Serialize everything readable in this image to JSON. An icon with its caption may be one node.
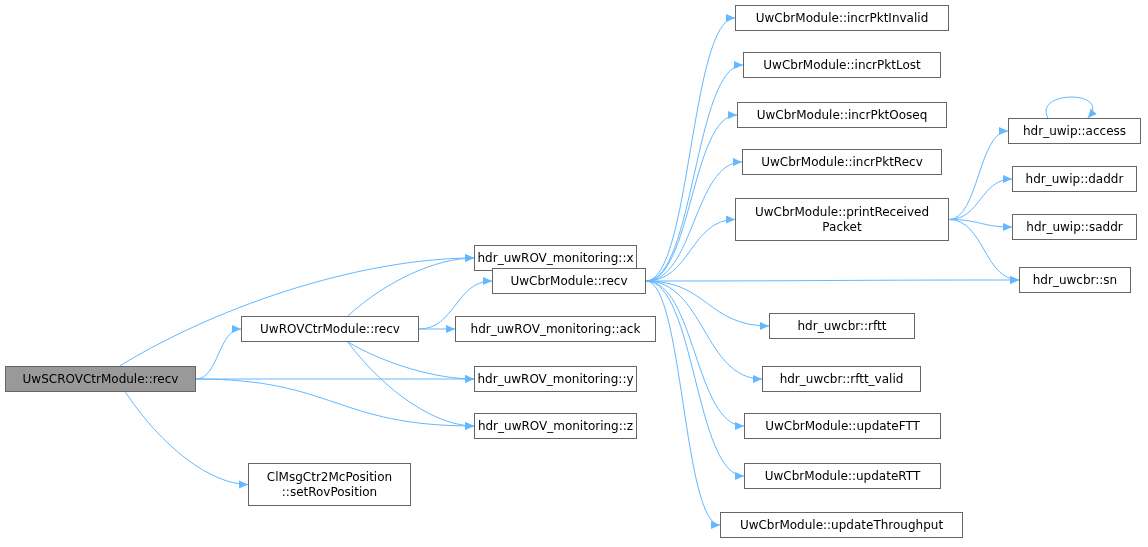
{
  "diagram": {
    "nodes": [
      {
        "text": [
          "UwSCROVCtrModule::recv"
        ]
      },
      {
        "text": [
          "UwROVCtrModule::recv"
        ]
      },
      {
        "text": [
          "ClMsgCtr2McPosition ::setRovPosition"
        ]
      },
      {
        "text": [
          "hdr_uwROV_monitoring::x"
        ]
      },
      {
        "text": [
          "UwCbrModule::recv"
        ]
      },
      {
        "text": [
          "hdr_uwROV_monitoring::ack"
        ]
      },
      {
        "text": [
          "hdr_uwROV_monitoring::y"
        ]
      },
      {
        "text": [
          "hdr_uwROV_monitoring::z"
        ]
      },
      {
        "text": [
          "UwCbrModule::incrPktInvalid"
        ]
      },
      {
        "text": [
          "UwCbrModule::incrPktLost"
        ]
      },
      {
        "text": [
          "UwCbrModule::incrPktOoseq"
        ]
      },
      {
        "text": [
          "UwCbrModule::incrPktRecv"
        ]
      },
      {
        "text": [
          "UwCbrModule::printReceived Packet"
        ]
      },
      {
        "text": [
          "hdr_uwcbr::rftt"
        ]
      },
      {
        "text": [
          "hdr_uwcbr::rftt_valid"
        ]
      },
      {
        "text": [
          "UwCbrModule::updateFTT"
        ]
      },
      {
        "text": [
          "UwCbrModule::updateRTT"
        ]
      },
      {
        "text": [
          "UwCbrModule::updateThroughput"
        ]
      },
      {
        "text": [
          "hdr_uwip::access"
        ]
      },
      {
        "text": [
          "hdr_uwip::daddr"
        ]
      },
      {
        "text": [
          "hdr_uwip::saddr"
        ]
      },
      {
        "text": [
          "hdr_uwcbr::sn"
        ]
      }
    ],
    "edges": [
      {
        "from": 0,
        "to": 3,
        "arrow": "to"
      },
      {
        "from": 0,
        "to": 1,
        "arrow": "to"
      },
      {
        "from": 0,
        "to": 6,
        "arrow": "to"
      },
      {
        "from": 0,
        "to": 7,
        "arrow": "to"
      },
      {
        "from": 0,
        "to": 2,
        "arrow": "to"
      },
      {
        "from": 1,
        "to": 3,
        "arrow": "to"
      },
      {
        "from": 1,
        "to": 4,
        "arrow": "to"
      },
      {
        "from": 1,
        "to": 5,
        "arrow": "to"
      },
      {
        "from": 1,
        "to": 6,
        "arrow": "to"
      },
      {
        "from": 1,
        "to": 7,
        "arrow": "to"
      },
      {
        "from": 4,
        "to": 8,
        "arrow": "to"
      },
      {
        "from": 4,
        "to": 9,
        "arrow": "to"
      },
      {
        "from": 4,
        "to": 10,
        "arrow": "to"
      },
      {
        "from": 4,
        "to": 11,
        "arrow": "to"
      },
      {
        "from": 4,
        "to": 12,
        "arrow": "to"
      },
      {
        "from": 4,
        "to": 21,
        "arrow": "to"
      },
      {
        "from": 4,
        "to": 13,
        "arrow": "to"
      },
      {
        "from": 4,
        "to": 14,
        "arrow": "to"
      },
      {
        "from": 4,
        "to": 15,
        "arrow": "to"
      },
      {
        "from": 4,
        "to": 16,
        "arrow": "to"
      },
      {
        "from": 4,
        "to": 17,
        "arrow": "to"
      },
      {
        "from": 12,
        "to": 18,
        "arrow": "to"
      },
      {
        "from": 12,
        "to": 19,
        "arrow": "to"
      },
      {
        "from": 12,
        "to": 20,
        "arrow": "to"
      },
      {
        "from": 12,
        "to": 21,
        "arrow": "to"
      },
      {
        "from": 18,
        "to": 18,
        "arrow": "to"
      }
    ]
  }
}
